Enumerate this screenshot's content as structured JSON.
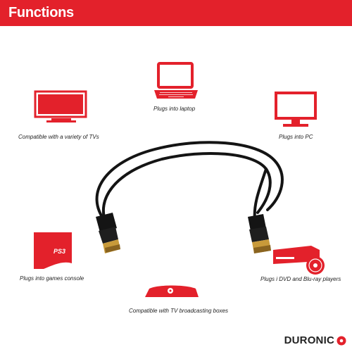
{
  "header": {
    "title": "Functions"
  },
  "features": {
    "tv": {
      "caption": "Compatible with a variety of TVs",
      "icon": "tv-icon"
    },
    "laptop": {
      "caption": "Plugs into laptop",
      "icon": "laptop-icon"
    },
    "pc": {
      "caption": "Plugs into PC",
      "icon": "monitor-icon"
    },
    "console": {
      "caption": "Plugs into games console",
      "icon": "ps3-console-icon",
      "logo_text": "PS3"
    },
    "dvd": {
      "caption": "Plugs i DVD and Blu-ray players",
      "icon": "dvd-player-icon"
    },
    "box": {
      "caption": "Compatible with TV broadcasting boxes",
      "icon": "set-top-box-icon"
    }
  },
  "brand": {
    "name": "DURONIC"
  },
  "colors": {
    "accent": "#e3212b",
    "cable": "#141414",
    "connector_gold": "#c89a3a"
  }
}
